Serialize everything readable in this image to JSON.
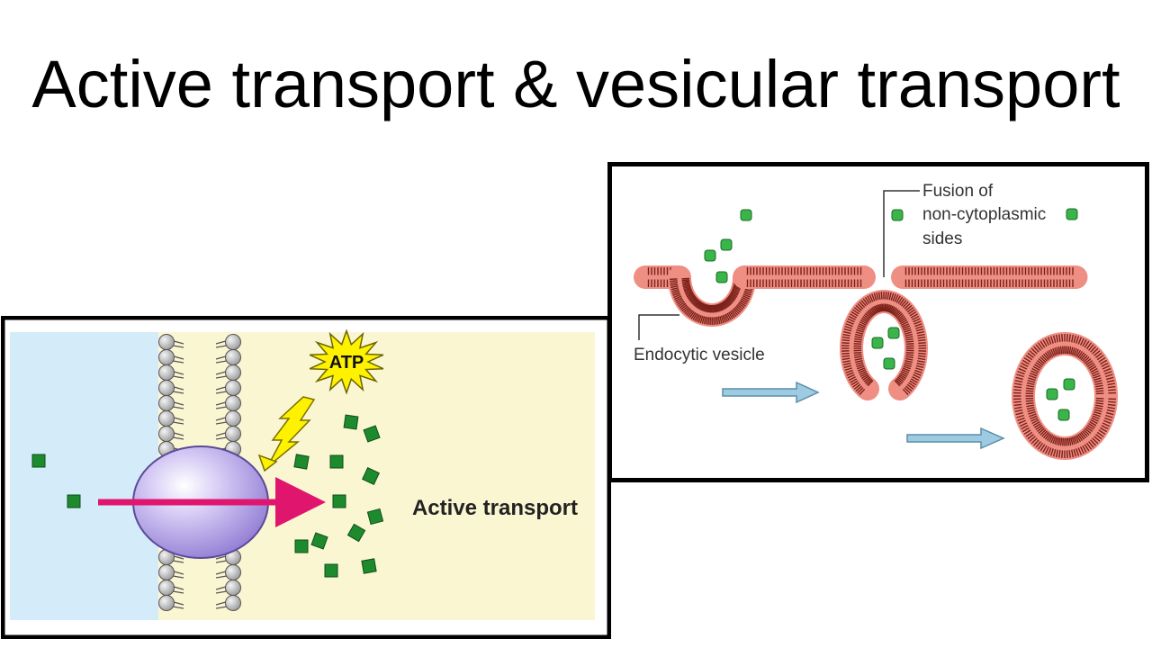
{
  "slide": {
    "title": "Active transport & vesicular transport"
  },
  "active_transport": {
    "atp_label": "ATP",
    "caption": "Active transport",
    "colors": {
      "outside_bg": "#d4ecfa",
      "inside_bg": "#fbf6d2",
      "protein": "#b09ee6",
      "arrow": "#e0156e",
      "atp_burst": "#fff200",
      "molecule": "#1e8a2e",
      "lipid_head": "#d0d0d0"
    }
  },
  "vesicular_transport": {
    "fusion_label": [
      "Fusion of",
      "non-cytoplasmic",
      "sides"
    ],
    "vesicle_label": "Endocytic vesicle",
    "colors": {
      "membrane": "#ef8f84",
      "membrane_ticks": "#7a1f18",
      "arrow": "#9ccbe2",
      "particle": "#39b54a"
    }
  }
}
